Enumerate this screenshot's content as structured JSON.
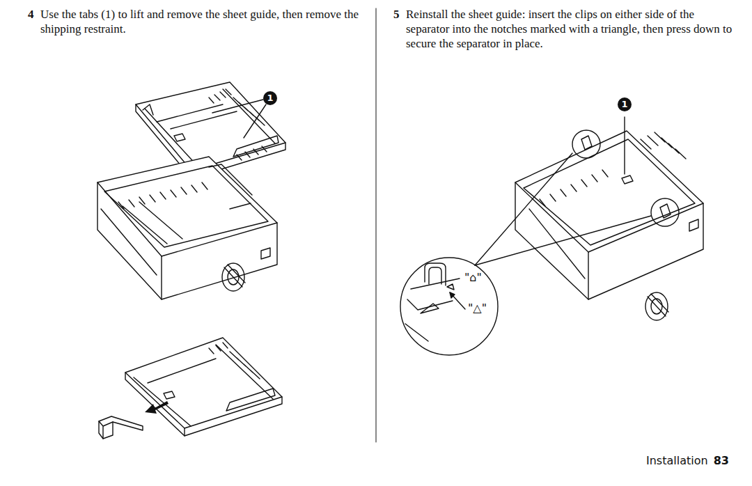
{
  "diagram": {
    "labels": [
      "4",
      "Use the tabs (1) to lift and remove the sheet guide, then remove the shipping restraint.",
      "1",
      "5",
      "Reinstall the sheet guide: insert the clips on either side of the separator into the notches marked with a triangle, then press down to secure the separator in place.",
      "1",
      "\"⌂\"",
      "\"△\"",
      "Installation",
      "83"
    ]
  }
}
